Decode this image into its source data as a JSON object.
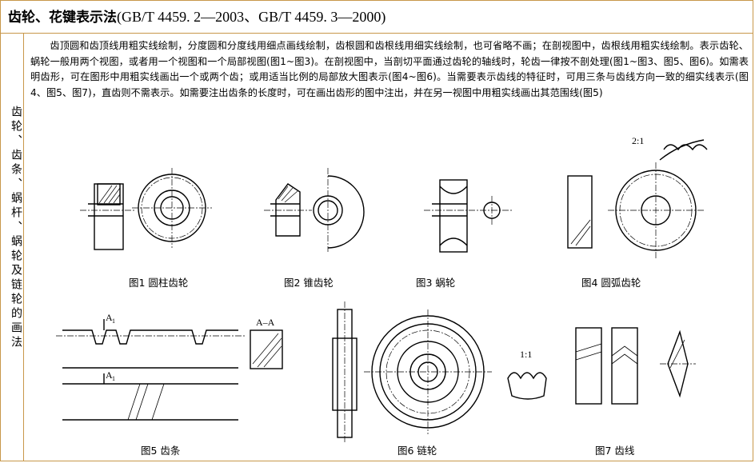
{
  "header": {
    "title": "齿轮、花键表示法",
    "standard": "(GB/T 4459. 2—2003、GB/T 4459. 3—2000)"
  },
  "side_title": "齿轮、齿条、蜗杆、蜗轮及链轮的画法",
  "paragraph": "齿顶圆和齿顶线用粗实线绘制，分度圆和分度线用细点画线绘制，齿根圆和齿根线用细实线绘制，也可省略不画；在剖视图中，齿根线用粗实线绘制。表示齿轮、蜗轮一般用两个视图，或者用一个视图和一个局部视图(图1~图3)。在剖视图中，当剖切平面通过齿轮的轴线时，轮齿一律按不剖处理(图1~图3、图5、图6)。如需表明齿形，可在图形中用粗实线画出一个或两个齿；或用适当比例的局部放大图表示(图4~图6)。当需要表示齿线的特征时，可用三条与齿线方向一致的细实线表示(图4、图5、图7)，直齿则不需表示。如需要注出齿条的长度时，可在画出齿形的图中注出，并在另一视图中用粗实线画出其范围线(图5)",
  "figures": {
    "fig1": "图1 圆柱齿轮",
    "fig2": "图2 锥齿轮",
    "fig3": "图3 蜗轮",
    "fig4": "图4 圆弧齿轮",
    "fig5": "图5 齿条",
    "fig6": "图6 链轮",
    "fig7": "图7 齿线"
  },
  "drawing_labels": {
    "scale_fig4": "2:1",
    "scale_fig7": "1:1",
    "section_aa": "A–A",
    "label_a1_top": "A",
    "label_a1_top_sub": "1",
    "label_a1_bottom": "A",
    "label_a1_bottom_sub": "1"
  }
}
